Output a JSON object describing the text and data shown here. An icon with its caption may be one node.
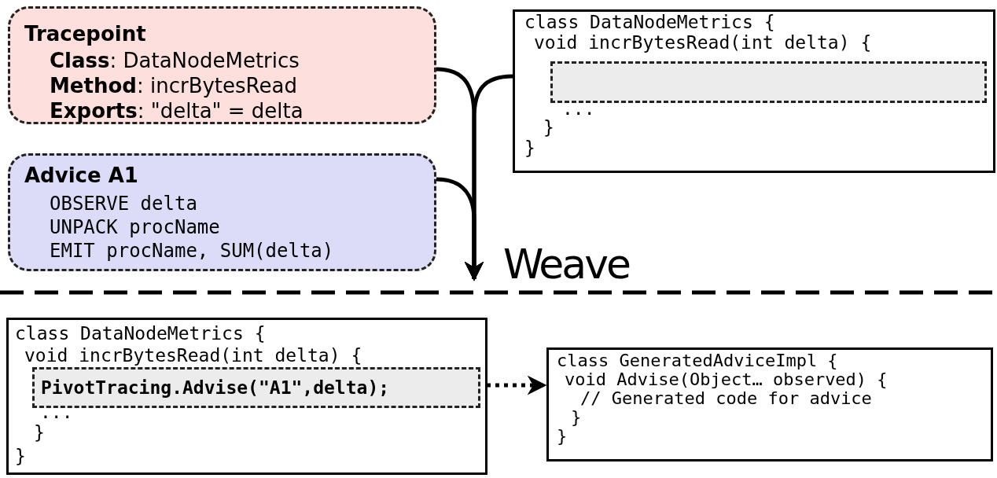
{
  "diagram": {
    "nodes": [
      {
        "text": [
          "Tracepoint",
          "**Class**: DataNodeMetrics",
          "**Method**: incrBytesRead",
          "**Exports**: \"delta\" = delta"
        ]
      },
      {
        "text": [
          "Advice A1",
          "OBSERVE delta",
          "UNPACK procName",
          "EMIT procName, SUM(delta)"
        ]
      },
      {
        "text": [
          "class DataNodeMetrics {",
          "void incrBytesRead(int delta) {",
          "...",
          "}",
          "}"
        ]
      },
      {
        "text": [],
        "shape": "box",
        "in": 2
      },
      {
        "text": [
          "class DataNodeMetrics {",
          "void incrBytesRead(int delta) {",
          "...",
          "}",
          "}"
        ]
      },
      {
        "text": [
          "PivotTracing.Advise(\"A1\",delta);"
        ],
        "in": 4
      },
      {
        "text": [
          "class GeneratedAdviceImpl {",
          "void Advise(Object… observed) {",
          "// Generated code for advice",
          "}",
          "}"
        ]
      }
    ],
    "edges": [
      {
        "from": 0,
        "to": null,
        "arrow": "to"
      },
      {
        "from": 2,
        "to": null,
        "arrow": "to"
      },
      {
        "from": 1,
        "to": null,
        "arrow": "to"
      },
      {
        "from": 5,
        "to": 6,
        "arrow": "to",
        "style": "dashed"
      }
    ],
    "labels": [
      "Weave"
    ]
  }
}
